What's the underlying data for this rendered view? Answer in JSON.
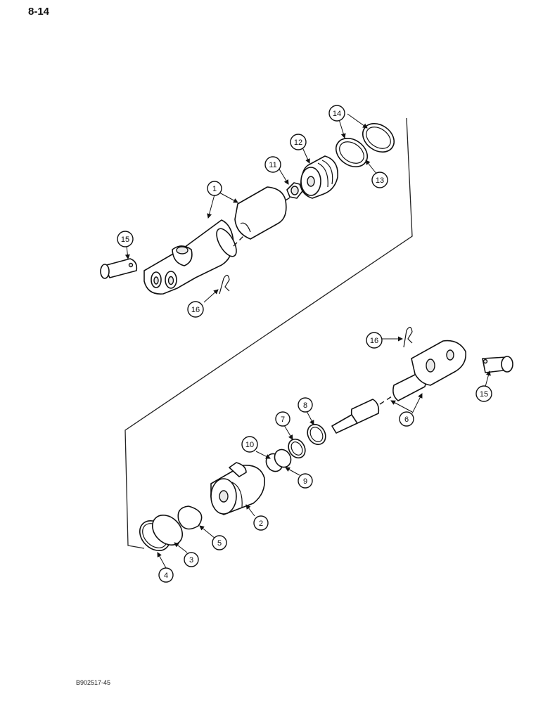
{
  "page_number": "8-14",
  "image_code": "B902517-45",
  "callouts": [
    "1",
    "2",
    "3",
    "4",
    "5",
    "6",
    "7",
    "8",
    "9",
    "10",
    "11",
    "12",
    "13",
    "14",
    "15",
    "16"
  ]
}
